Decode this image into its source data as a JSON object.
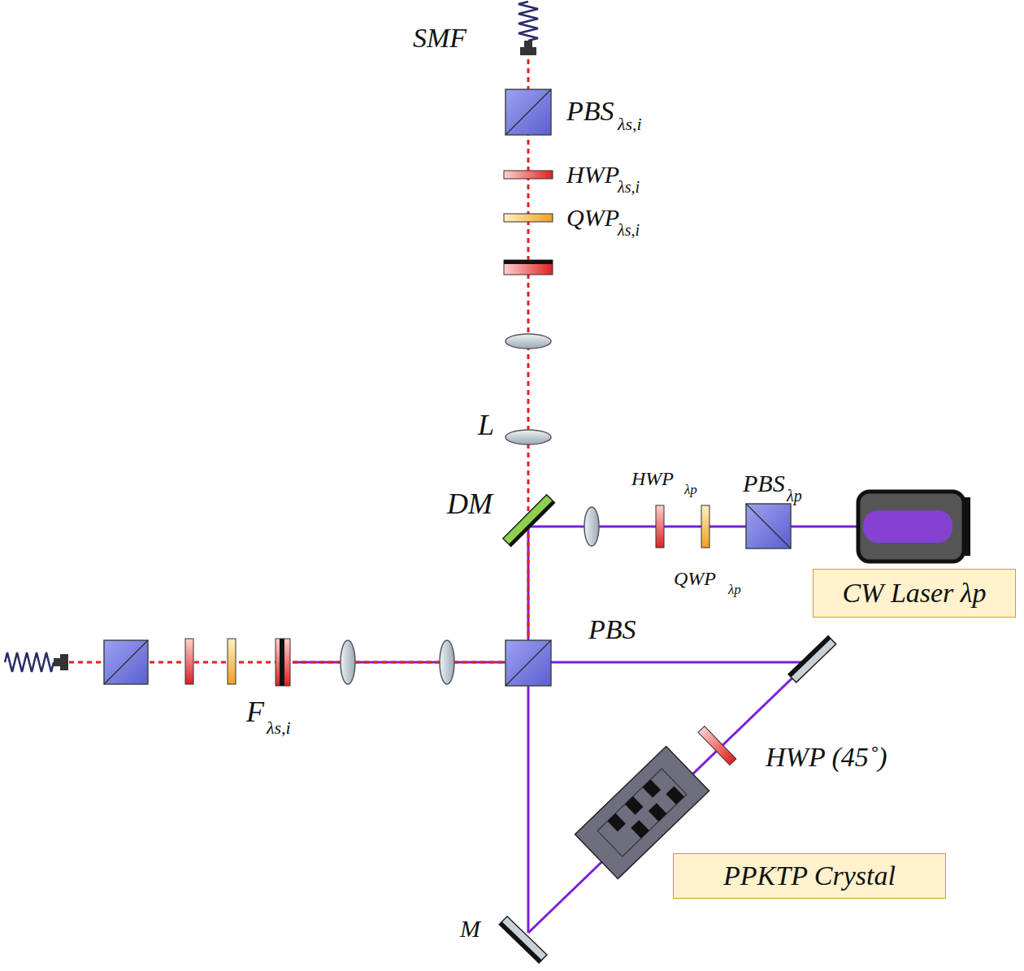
{
  "diagram": {
    "nodes": [
      {
        "text": [
          "CW Laser λp"
        ]
      },
      {
        "text": [
          "PPKTP Crystal"
        ]
      }
    ],
    "labels": [
      "SMF",
      "PBS",
      "λs,i",
      "HWP",
      "λs,i",
      "QWP",
      "λs,i",
      "L",
      "DM",
      "HWP",
      "λp",
      "PBS",
      "λp",
      "QWP",
      "λp",
      "PBS",
      "HWP (45˚)",
      "F",
      "λs,i",
      "M"
    ]
  }
}
